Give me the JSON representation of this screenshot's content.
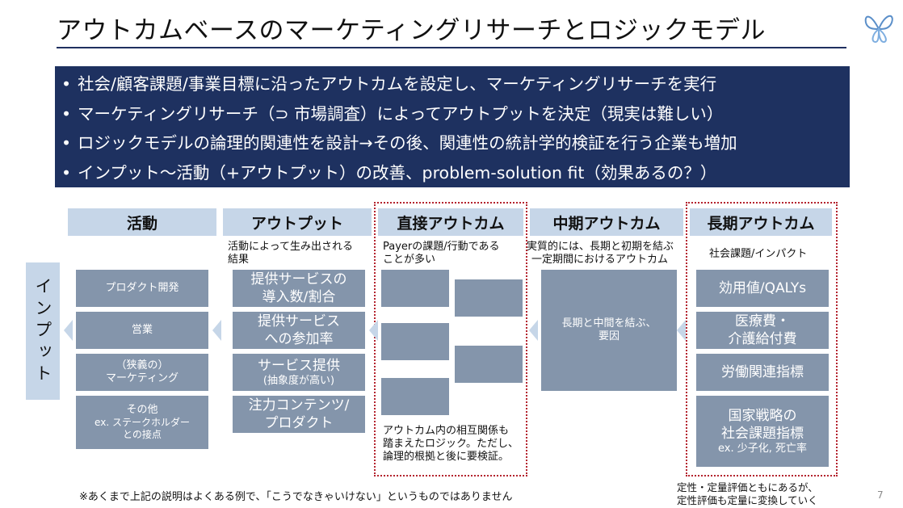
{
  "title": "アウトカムベースのマーケティングリサーチとロジックモデル",
  "bullets": [
    "社会/顧客課題/事業目標に沿ったアウトカムを設定し、マーケティングリサーチを実行",
    "マーケティングリサーチ（⊃ 市場調査）によってアウトプットを決定（現実は難しい）",
    "ロジックモデルの論理的関連性を設計→その後、関連性の統計学的検証を行う企業も増加",
    "インプット〜活動（+アウトプット）の改善、problem-solution fit（効果あるの？）"
  ],
  "bullet_marker": "•",
  "input_label": "インプット",
  "columns": {
    "activity": {
      "header": "活動",
      "items": [
        "プロダクト開発",
        "営業",
        "（狭義の）",
        "マーケティング",
        "その他",
        "ex. ステークホルダー",
        "との接点"
      ]
    },
    "output": {
      "header": "アウトプット",
      "desc": [
        "活動によって生み出される",
        "結果"
      ],
      "items": [
        "提供サービスの",
        "導入数/割合",
        "提供サービス",
        "への参加率",
        "サービス提供",
        "(抽象度が高い)",
        "注力コンテンツ/",
        "プロダクト"
      ]
    },
    "direct": {
      "header": "直接アウトカム",
      "desc": [
        "Payerの課題/行動である",
        "ことが多い"
      ],
      "note": [
        "アウトカム内の相互関係も",
        "踏まえたロジック。ただし、",
        "論理的根拠と後に要検証。"
      ]
    },
    "mid": {
      "header": "中期アウトカム",
      "desc": [
        "実質的には、長期と初期を結ぶ",
        "一定期間におけるアウトカム"
      ],
      "box": [
        "長期と中間を結ぶ、",
        "要因"
      ]
    },
    "long": {
      "header": "長期アウトカム",
      "desc": "社会課題/インパクト",
      "items": [
        "効用値/QALYs",
        "医療費・",
        "介護給付費",
        "労働関連指標",
        "国家戦略の",
        "社会課題指標",
        "ex. 少子化, 死亡率"
      ]
    }
  },
  "footnote": "※あくまで上記の説明はよくある例で、「こうでなきゃいけない」というものではありません",
  "footnote_right": [
    "定性・定量評価ともにあるが、",
    "定性評価も定量に変換していく"
  ],
  "page_number": "7",
  "colors": {
    "navy": "#1e3160",
    "header_fill": "#c6d6e8",
    "box_fill": "#8495ab",
    "dotted_border": "#b4232e"
  },
  "icons": {
    "logo": "butterfly-logo-icon",
    "arrow": "chevron-left-arrow"
  }
}
